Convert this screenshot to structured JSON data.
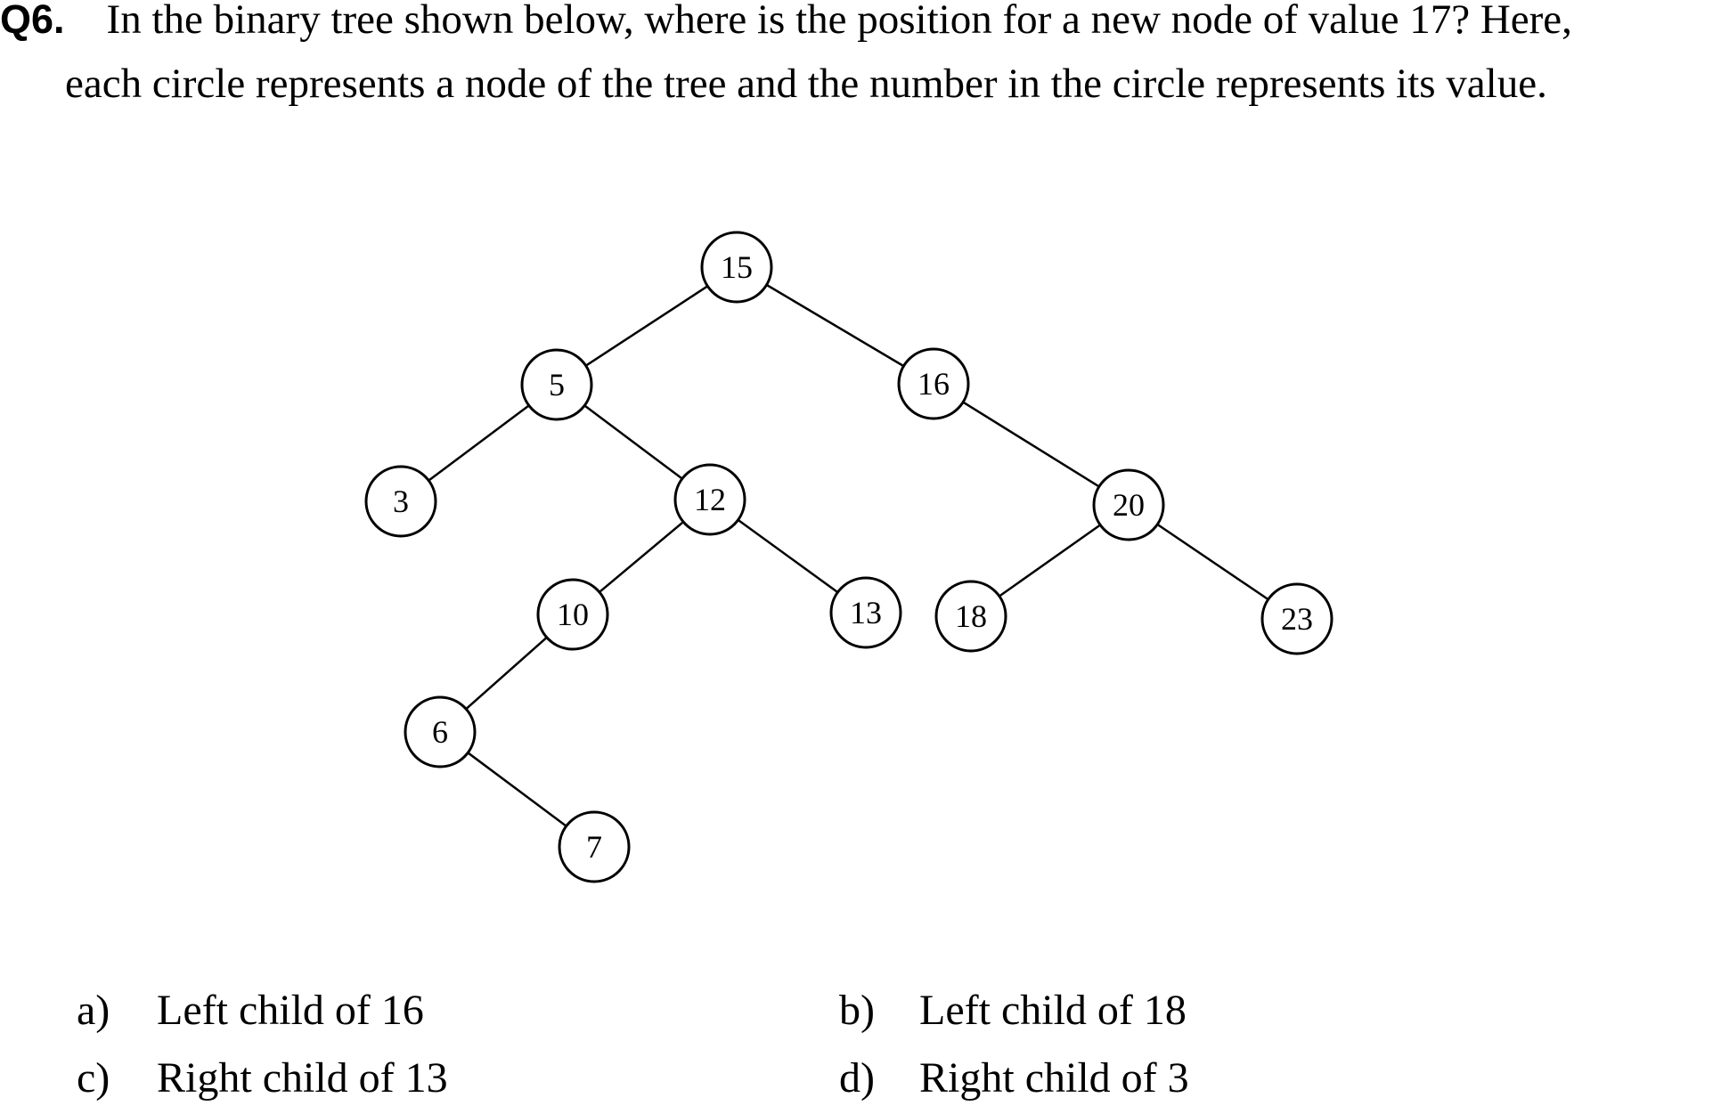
{
  "question": {
    "number": "Q6.",
    "line1": "In the binary tree shown below, where is the position for a new node of value 17? Here,",
    "line2": "each circle represents a node of the tree and the number in the circle represents its value."
  },
  "tree": {
    "nodes": [
      {
        "id": "n15",
        "label": "15"
      },
      {
        "id": "n5",
        "label": "5"
      },
      {
        "id": "n16",
        "label": "16"
      },
      {
        "id": "n3",
        "label": "3"
      },
      {
        "id": "n12",
        "label": "12"
      },
      {
        "id": "n20",
        "label": "20"
      },
      {
        "id": "n10",
        "label": "10"
      },
      {
        "id": "n13",
        "label": "13"
      },
      {
        "id": "n18",
        "label": "18"
      },
      {
        "id": "n23",
        "label": "23"
      },
      {
        "id": "n6",
        "label": "6"
      },
      {
        "id": "n7",
        "label": "7"
      }
    ],
    "edges": [
      {
        "from": "n15",
        "to": "n5"
      },
      {
        "from": "n15",
        "to": "n16"
      },
      {
        "from": "n5",
        "to": "n3"
      },
      {
        "from": "n5",
        "to": "n12"
      },
      {
        "from": "n16",
        "to": "n20"
      },
      {
        "from": "n12",
        "to": "n10"
      },
      {
        "from": "n12",
        "to": "n13"
      },
      {
        "from": "n20",
        "to": "n18"
      },
      {
        "from": "n20",
        "to": "n23"
      },
      {
        "from": "n10",
        "to": "n6"
      },
      {
        "from": "n6",
        "to": "n7"
      }
    ]
  },
  "options": [
    {
      "letter": "a)",
      "text": "Left child of 16"
    },
    {
      "letter": "b)",
      "text": "Left child of 18"
    },
    {
      "letter": "c)",
      "text": "Right child of 13"
    },
    {
      "letter": "d)",
      "text": "Right child of 3"
    }
  ]
}
